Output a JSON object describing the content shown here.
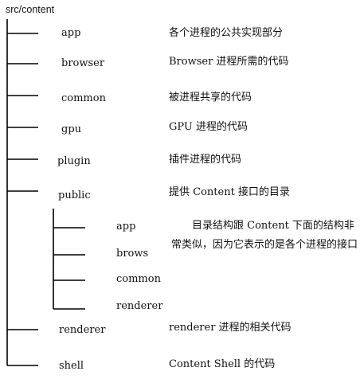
{
  "root": "src/content",
  "entries": [
    {
      "name": "app",
      "desc": "各个进程的公共实现部分"
    },
    {
      "name": "browser",
      "desc": "Browser 进程所需的代码"
    },
    {
      "name": "common",
      "desc": "被进程共享的代码"
    },
    {
      "name": "gpu",
      "desc": "GPU 进程的代码"
    },
    {
      "name": "plugin",
      "desc": "插件进程的代码"
    },
    {
      "name": "public",
      "desc": "提供 Content 接口的目录"
    },
    {
      "name": "renderer",
      "desc": "renderer 进程的相关代码"
    },
    {
      "name": "shell",
      "desc": "Content Shell 的代码"
    }
  ],
  "public_children": [
    "app",
    "brows",
    "common",
    "renderer"
  ],
  "public_note": "目录结构跟 Content 下面的结构非常类似，因为它表示的是各个进程的接口",
  "colors": {
    "line": "#000000",
    "text": "#111111",
    "background": "#ffffff"
  }
}
